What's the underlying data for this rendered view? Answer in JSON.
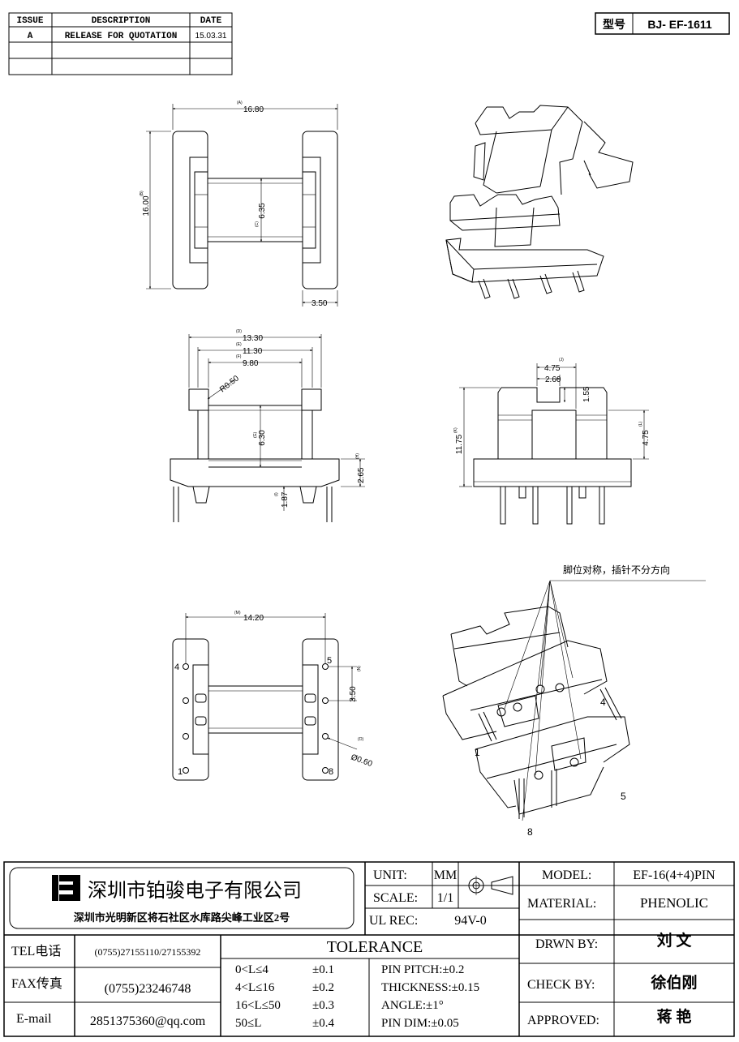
{
  "revision_table": {
    "headers": [
      "ISSUE",
      "DESCRIPTION",
      "DATE"
    ],
    "rows": [
      [
        "A",
        "RELEASE FOR QUOTATION",
        "15.03.31"
      ],
      [
        "",
        "",
        ""
      ],
      [
        "",
        "",
        ""
      ]
    ]
  },
  "model_box": {
    "label": "型号",
    "value": "BJ- EF-1611"
  },
  "top_view": {
    "dim_a": {
      "tag": "(A)",
      "value": "16.80"
    },
    "dim_b": {
      "tag": "(B)",
      "value": "16.00"
    },
    "dim_c": {
      "tag": "(C)",
      "value": "6.35"
    },
    "dim_flange": "3.50"
  },
  "front_view": {
    "dim_d": {
      "tag": "(D)",
      "value": "13.30"
    },
    "dim_e": {
      "tag": "(E)",
      "value": "11.30"
    },
    "dim_f": {
      "tag": "(F)",
      "value": "9.80"
    },
    "radius": "R0.50",
    "dim_g": {
      "tag": "(G)",
      "value": "6.30"
    },
    "dim_h": {
      "tag": "(H)",
      "value": "2.65"
    },
    "dim_i": {
      "tag": "(I)",
      "value": "1.87"
    }
  },
  "side_view": {
    "dim_j": {
      "tag": "(J)",
      "value": "4.75"
    },
    "dim_slot": "2.60",
    "dim_depth": "1.55",
    "dim_k": {
      "tag": "(K)",
      "value": "11.75"
    },
    "dim_l": {
      "tag": "(L)",
      "value": "4.75"
    }
  },
  "bottom_view": {
    "dim_m": {
      "tag": "(M)",
      "value": "14.20"
    },
    "dim_n": {
      "tag": "(N)",
      "value": "3.50"
    },
    "dim_o": {
      "tag": "(O)",
      "value": "Ø0.60"
    },
    "pins": [
      "4",
      "5",
      "1",
      "8"
    ]
  },
  "iso_note": "脚位对称，插针不分方向",
  "iso_pins": [
    "4",
    "1",
    "5",
    "8"
  ],
  "title_block": {
    "company": "深圳市铂骏电子有限公司",
    "address": "深圳市光明新区将石社区水库路尖峰工业区2号",
    "unit_label": "UNIT:",
    "unit_value": "MM",
    "scale_label": "SCALE:",
    "scale_value": "1/1",
    "ul_label": "UL REC:",
    "ul_value": "94V-0",
    "model_label": "MODEL:",
    "model_value": "EF-16(4+4)PIN",
    "material_label": "MATERIAL:",
    "material_value": "PHENOLIC",
    "drawn_label": "DRWN BY:",
    "drawn_value": "刘  文",
    "check_label": "CHECK BY:",
    "check_value": "徐伯刚",
    "approved_label": "APPROVED:",
    "approved_value": "蒋  艳",
    "tel_label": "TEL电话",
    "tel_value": "(0755)27155110/27155392",
    "fax_label": "FAX传真",
    "fax_value": "(0755)23246748",
    "email_label": "E-mail",
    "email_value": "2851375360@qq.com",
    "tolerance_title": "TOLERANCE",
    "tolerance_rows": [
      [
        "0<L≤4",
        "±0.1"
      ],
      [
        "4<L≤16",
        "±0.2"
      ],
      [
        "16<L≤50",
        "±0.3"
      ],
      [
        "50≤L",
        "±0.4"
      ]
    ],
    "tolerance_notes": [
      "PIN PITCH:±0.2",
      "THICKNESS:±0.15",
      "ANGLE:±1°",
      "PIN DIM:±0.05"
    ]
  }
}
